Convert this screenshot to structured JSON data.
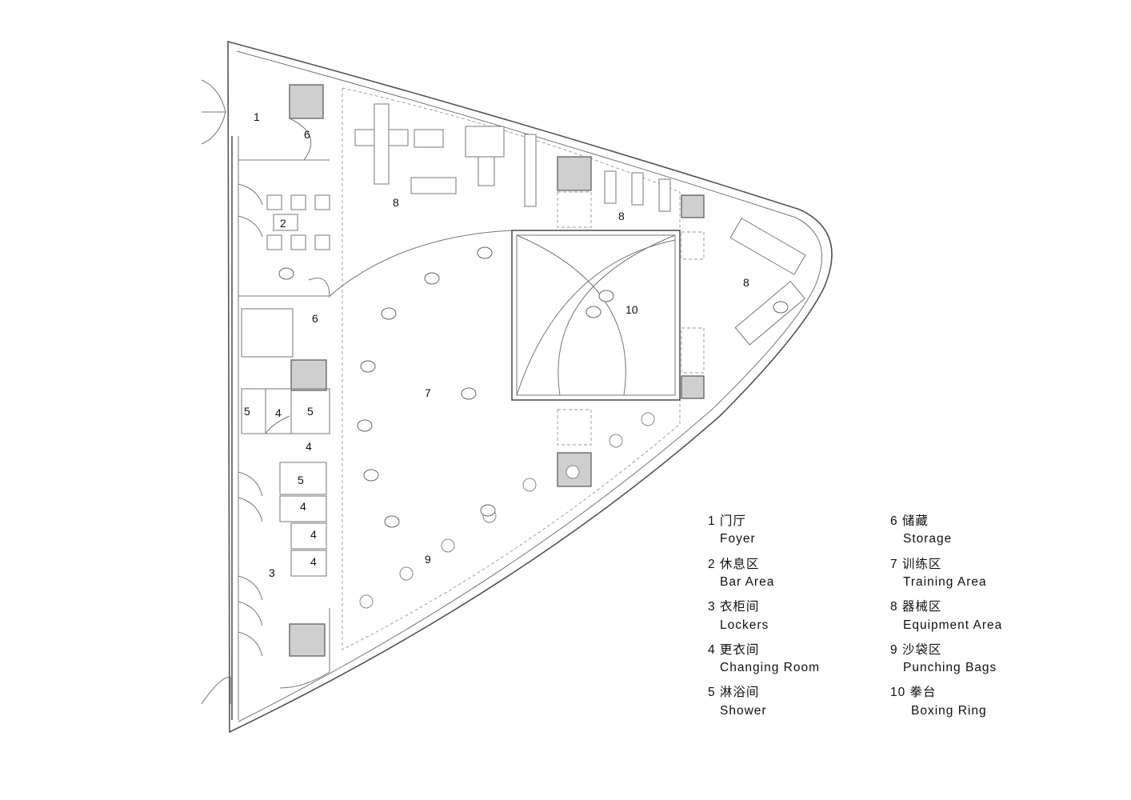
{
  "rooms": {
    "foyer": "1",
    "bar": "2",
    "lockers": "3",
    "changing": "4",
    "shower": "5",
    "storage": "6",
    "training": "7",
    "equipment": "8",
    "bags": "9",
    "ring": "10"
  },
  "legend": [
    {
      "cn": "1 门厅",
      "en": "Foyer"
    },
    {
      "cn": "2 休息区",
      "en": "Bar Area"
    },
    {
      "cn": "3 衣柜间",
      "en": "Lockers"
    },
    {
      "cn": "4 更衣间",
      "en": "Changing Room"
    },
    {
      "cn": "5 淋浴间",
      "en": "Shower"
    },
    {
      "cn": "6 储藏",
      "en": "Storage"
    },
    {
      "cn": "7 训练区",
      "en": "Training Area"
    },
    {
      "cn": "8 器械区",
      "en": "Equipment Area"
    },
    {
      "cn": "9 沙袋区",
      "en": "Punching Bags"
    },
    {
      "cn": "10 拳台",
      "en": "Boxing Ring"
    }
  ],
  "colors": {
    "line": "#555555",
    "fill": "#cfcfcf"
  }
}
